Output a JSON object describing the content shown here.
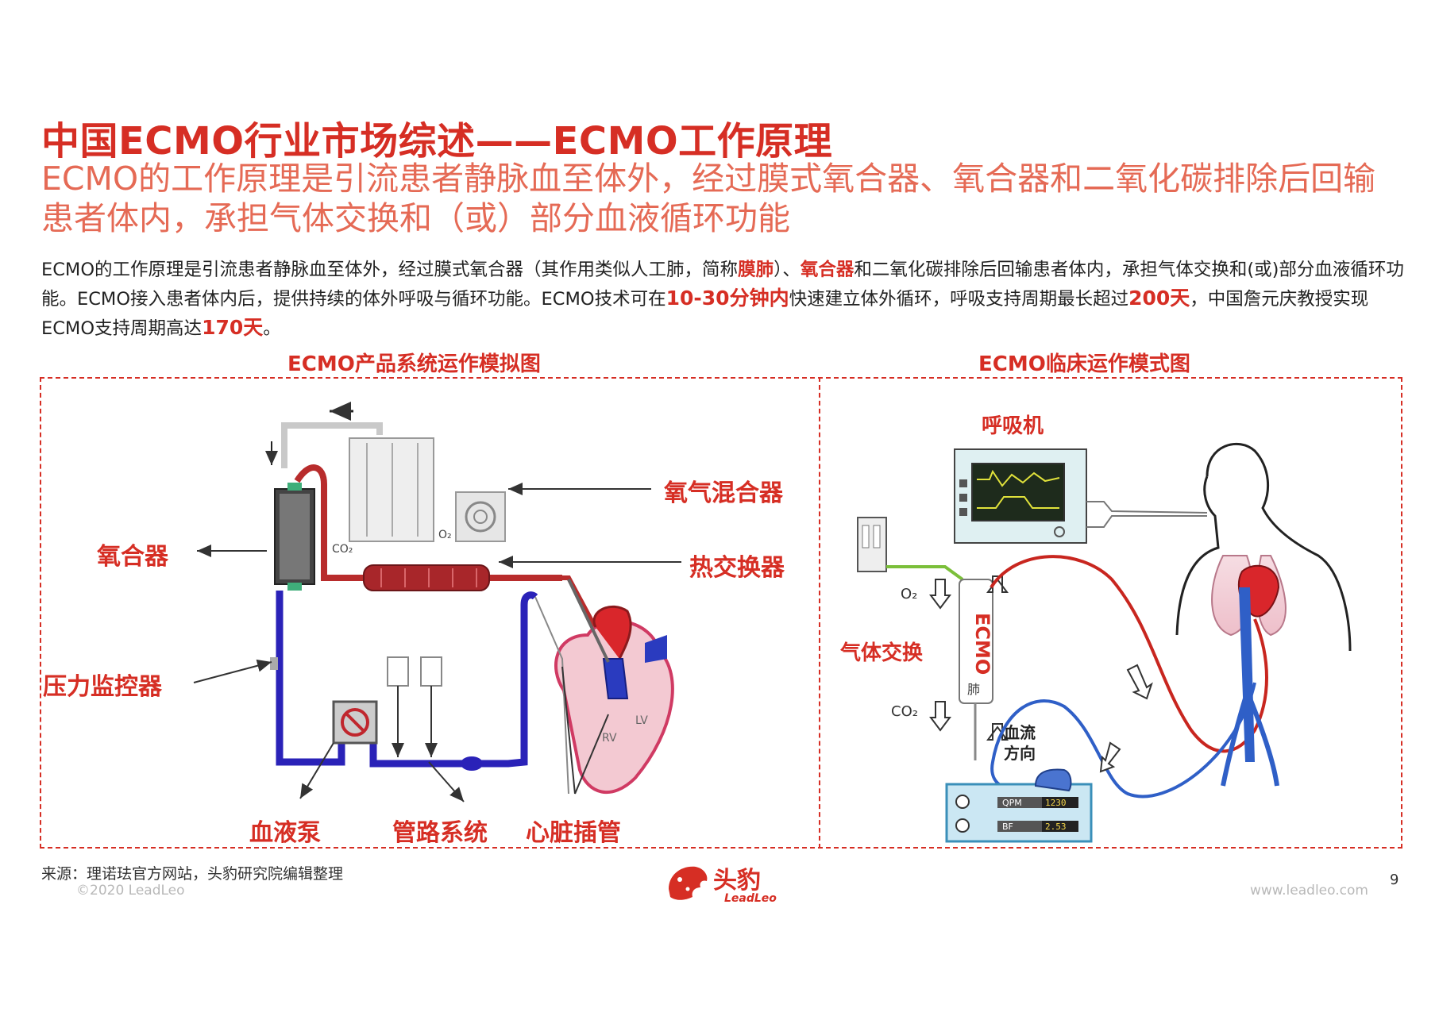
{
  "header": {
    "title": "中国ECMO行业市场综述——ECMO工作原理",
    "subtitle": "ECMO的工作原理是引流患者静脉血至体外，经过膜式氧合器、氧合器和二氧化碳排除后回输患者体内，承担气体交换和（或）部分血液循环功能"
  },
  "body": {
    "p1": "ECMO的工作原理是引流患者静脉血至体外，经过膜式氧合器（其作用类似人工肺，简称",
    "hl1": "膜肺",
    "p2": "）、",
    "hl2": "氧合器",
    "p3": "和二氧化碳排除后回输患者体内，承担气体交换和(或)部分血液循环功能。ECMO接入患者体内后，提供持续的体外呼吸与循环功能。ECMO技术可在",
    "hl3": "10-30分钟内",
    "p4": "快速建立体外循环，呼吸支持周期最长超过",
    "hl4": "200天",
    "p5": "，中国詹元庆教授实现ECMO支持周期高达",
    "hl5": "170天",
    "p6": "。"
  },
  "left_panel": {
    "title": "ECMO产品系统运作模拟图",
    "labels": {
      "oxygenator": "氧合器",
      "pressure_monitor": "压力监控器",
      "oxygen_mixer": "氧气混合器",
      "heat_exchanger": "热交换器",
      "blood_pump": "血液泵",
      "tubing": "管路系统",
      "cannula": "心脏插管"
    },
    "diagram_text": {
      "co2": "CO₂",
      "o2": "O₂",
      "rv": "RV",
      "lv": "LV"
    }
  },
  "right_panel": {
    "title": "ECMO临床运作模式图",
    "labels": {
      "ventilator": "呼吸机",
      "gas_exchange": "气体交换",
      "flow_direction": "血流方向"
    },
    "diagram_text": {
      "o2": "O₂",
      "co2": "CO₂",
      "device": "ECMO",
      "lung": "肺",
      "qpm_label": "QPM",
      "qpm_value": "1230",
      "bf_label": "BF",
      "bf_value": "2.53"
    }
  },
  "footer": {
    "source": "来源：理诺珐官方网站，头豹研究院编辑整理",
    "copyright": "©2020 LeadLeo",
    "website": "www.leadleo.com",
    "page_number": "9",
    "logo_cn": "头豹",
    "logo_en": "LeadLeo"
  },
  "colors": {
    "accent": "#d62e24",
    "subtitle": "#e56a55",
    "blood_red": "#c8261f",
    "blood_blue": "#2f5fc7"
  }
}
